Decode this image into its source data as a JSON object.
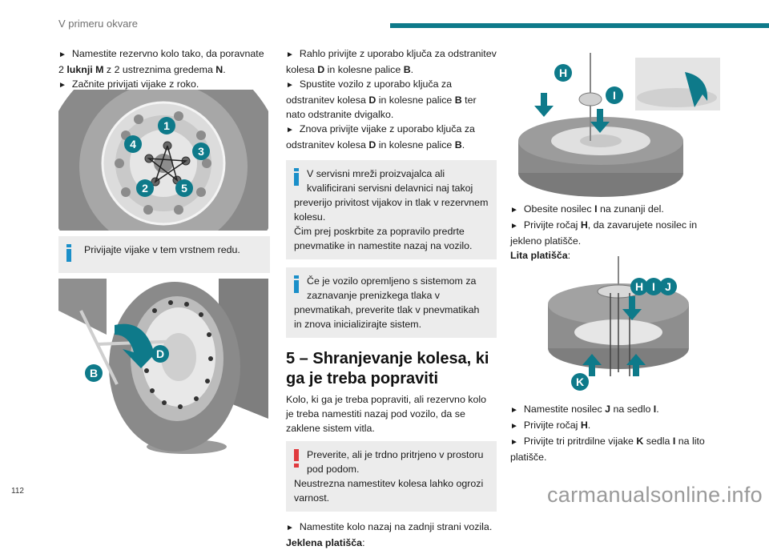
{
  "header": {
    "title": "V primeru okvare",
    "accent_color": "#0e7a8a"
  },
  "col1": {
    "step1_pre": "Namestite rezervno kolo tako, da poravnate 2",
    "step1_bold": "luknji M",
    "step1_mid": " z 2 ustreznima gredema ",
    "step1_bold2": "N",
    "step1_end": ".",
    "step2": "Začnite privijati vijake z roko.",
    "fig1_labels": [
      "1",
      "2",
      "3",
      "4",
      "5"
    ],
    "note1": "Privijajte vijake v tem vrstnem redu.",
    "fig2_labels": [
      "B",
      "D"
    ]
  },
  "col2": {
    "s1_a": "Rahlo privijte z uporabo ključa za odstranitev kolesa ",
    "s1_b": "D",
    "s1_c": " in kolesne palice ",
    "s1_d": "B",
    "s1_e": ".",
    "s2_a": "Spustite vozilo z uporabo ključa za odstranitev kolesa ",
    "s2_b": "D",
    "s2_c": " in kolesne palice ",
    "s2_d": "B",
    "s2_e": " ter nato odstranite dvigalko.",
    "s3_a": "Znova privijte vijake z uporabo ključa za odstranitev kolesa ",
    "s3_b": "D",
    "s3_c": " in kolesne palice ",
    "s3_d": "B",
    "s3_e": ".",
    "note2_line1": "V servisni mreži proizvajalca ali",
    "note2_line2": "kvalificirani servisni delavnici naj takoj",
    "note2_rest": "preverijo privitost vijakov in tlak v rezervnem kolesu.",
    "note2_p2": "Čim prej poskrbite za popravilo predrte pnevmatike in namestite nazaj na vozilo.",
    "note3_line1": "Če je vozilo opremljeno s sistemom za",
    "note3_line2": "zaznavanje prenizkega tlaka v",
    "note3_rest": "pnevmatikah, preverite tlak v pnevmatikah in znova inicializirajte sistem.",
    "section_title": "5 – Shranjevanje kolesa, ki ga je treba popraviti",
    "section_body": "Kolo, ki ga je treba popraviti, ali rezervno kolo je treba namestiti nazaj pod vozilo, da se zaklene sistem vitla.",
    "warn_line1": "Preverite, ali je trdno pritrjeno v prostoru",
    "warn_line2": "pod podom.",
    "warn_p2": "Neustrezna namestitev kolesa lahko ogrozi varnost.",
    "s4": "Namestite kolo nazaj na zadnji strani vozila.",
    "steel_label": "Jeklena platišča",
    "colon": ":"
  },
  "col3": {
    "fig3_labels": [
      "H",
      "I"
    ],
    "s1_a": "Obesite nosilec ",
    "s1_b": "I",
    "s1_c": " na zunanji del.",
    "s2_a": "Privijte ročaj ",
    "s2_b": "H",
    "s2_c": ", da zavarujete nosilec in jekleno platišče.",
    "alloy_label": "Lita platišča",
    "colon": ":",
    "fig4_labels": [
      "H",
      "I",
      "J",
      "K"
    ],
    "s3_a": "Namestite nosilec ",
    "s3_b": "J",
    "s3_c": " na sedlo ",
    "s3_d": "I",
    "s3_e": ".",
    "s4_a": "Privijte ročaj ",
    "s4_b": "H",
    "s4_c": ".",
    "s5_a": "Privijte tri pritrdilne vijake ",
    "s5_b": "K",
    "s5_c": " sedla ",
    "s5_d": "I",
    "s5_e": " na lito platišče."
  },
  "arrow_glyph": "►",
  "footer": {
    "page_number": "112",
    "watermark": "carmanualsonline.info"
  }
}
